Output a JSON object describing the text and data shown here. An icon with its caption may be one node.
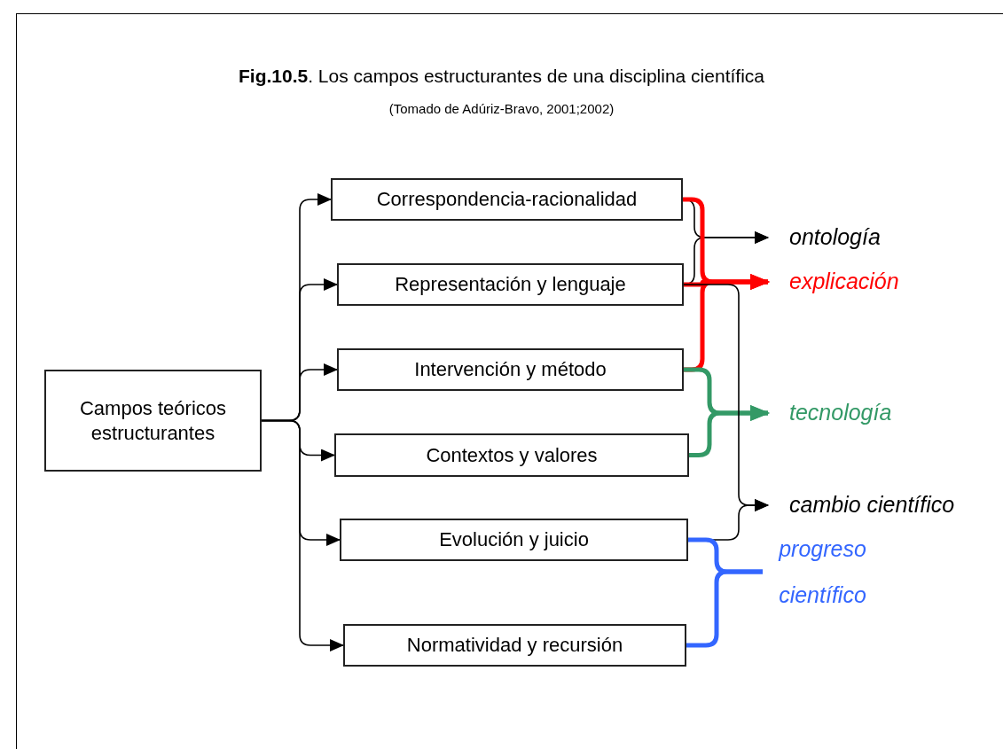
{
  "diagram": {
    "title": "**Fig.10.5**. Los campos estructurantes de una disciplina científica",
    "caption": "(Tomado de Adúriz-Bravo, 2001;2002)",
    "nodes": [
      {
        "text": [
          "Campos teóricos estructurantes"
        ]
      },
      {
        "text": [
          "Correspondencia-racionalidad"
        ]
      },
      {
        "text": [
          "Representación y lenguaje"
        ]
      },
      {
        "text": [
          "Intervención y método"
        ]
      },
      {
        "text": [
          "Contextos y valores"
        ]
      },
      {
        "text": [
          "Evolución y juicio"
        ]
      },
      {
        "text": [
          "Normatividad y recursión"
        ]
      },
      {
        "text": [
          "ontología"
        ]
      },
      {
        "text": [
          "explicación"
        ]
      },
      {
        "text": [
          "tecnología"
        ]
      },
      {
        "text": [
          "cambio científico"
        ]
      },
      {
        "text": [
          "progreso científico"
        ]
      }
    ],
    "edges": [
      {
        "from": 0,
        "to": 1,
        "arrow": "to"
      },
      {
        "from": 0,
        "to": 2,
        "arrow": "to"
      },
      {
        "from": 0,
        "to": 3,
        "arrow": "to"
      },
      {
        "from": 0,
        "to": 4,
        "arrow": "to"
      },
      {
        "from": 0,
        "to": 5,
        "arrow": "to"
      },
      {
        "from": 0,
        "to": 6,
        "arrow": "to"
      },
      {
        "from": 1,
        "to": 7,
        "arrow": "to"
      },
      {
        "from": 2,
        "to": 7,
        "arrow": "to"
      },
      {
        "from": 1,
        "to": 8,
        "arrow": "to",
        "style": "thick",
        "color": "#ff0000"
      },
      {
        "from": 2,
        "to": 8,
        "arrow": "to",
        "style": "thick",
        "color": "#ff0000"
      },
      {
        "from": 3,
        "to": 8,
        "arrow": "to",
        "style": "thick",
        "color": "#ff0000"
      },
      {
        "from": 3,
        "to": 9,
        "arrow": "to",
        "style": "thick",
        "color": "#339966"
      },
      {
        "from": 4,
        "to": 9,
        "arrow": "to",
        "style": "thick",
        "color": "#339966"
      },
      {
        "from": 2,
        "to": 10,
        "arrow": "to"
      },
      {
        "from": 5,
        "to": 10,
        "arrow": "to"
      },
      {
        "from": 5,
        "to": 11,
        "arrow": "none",
        "style": "thick",
        "color": "#3366ff"
      },
      {
        "from": 6,
        "to": 11,
        "arrow": "none",
        "style": "thick",
        "color": "#3366ff"
      }
    ]
  }
}
